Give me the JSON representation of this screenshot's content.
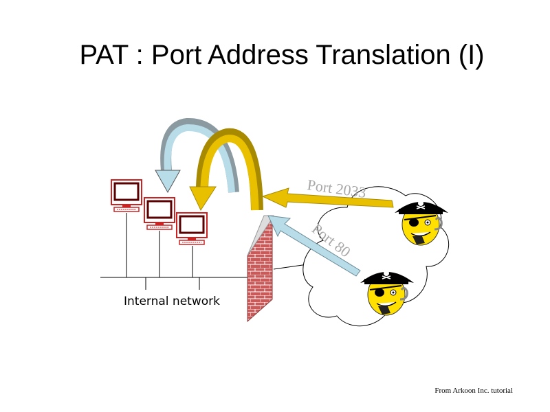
{
  "slide": {
    "title": "PAT : Port Address Translation (I)",
    "credit": "From Arkoon Inc. tutorial"
  },
  "diagram": {
    "internal_network_label": "Internal network",
    "port_upper_label": "Port 2033",
    "port_lower_label": "Port 80"
  },
  "colors": {
    "computer_frame": "#cc2222",
    "screen": "#5a0000",
    "firewall_brick": "#c85a5a",
    "arrow_gold": "#e8c000",
    "arrow_gold_dark": "#a88a00",
    "arrow_lightblue": "#b8dce8",
    "arrow_gray": "#8a9aa0",
    "pirate_face": "#ffe000",
    "hat": "#000000"
  },
  "icons": [
    "computer-icon",
    "firewall-icon",
    "internet-cloud-icon",
    "pirate-icon"
  ]
}
